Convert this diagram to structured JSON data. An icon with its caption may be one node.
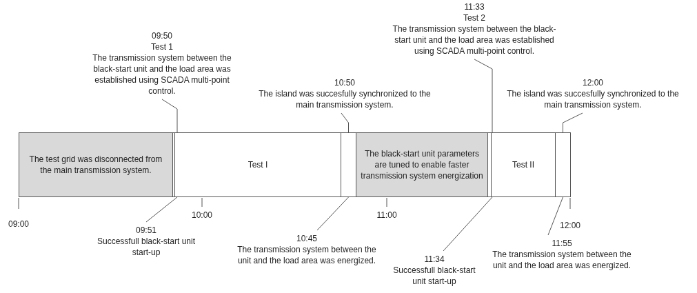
{
  "diagram": {
    "nodes": [
      {
        "text": [
          "The test grid was disconnected from the main transmission system."
        ]
      },
      {
        "text": [],
        "shape": "bar"
      },
      {
        "text": [
          "Test I"
        ]
      },
      {
        "text": [],
        "shape": "bar"
      },
      {
        "text": [
          "The black-start unit parameters are tuned to enable faster transmission system energization"
        ]
      },
      {
        "text": [],
        "shape": "bar"
      },
      {
        "text": [
          "Test II"
        ]
      },
      {
        "text": [],
        "shape": "bar"
      },
      {
        "text": [
          "09:50",
          "Test 1",
          "The transmission system between the black-start unit and the load area was established using SCADA multi-point control."
        ]
      },
      {
        "text": [
          "09:51",
          "Successfull black-start unit start-up"
        ]
      },
      {
        "text": [
          "10:45",
          "The transmission system between the unit and the load area was energized."
        ]
      },
      {
        "text": [
          "10:50",
          "The island was succesfully synchronized to the main transmission system."
        ]
      },
      {
        "text": [
          "11:33",
          "Test 2",
          "The transmission system between the black-start unit and the load area was established using SCADA multi-point control."
        ]
      },
      {
        "text": [
          "11:34",
          "Successfull black-start unit start-up"
        ]
      },
      {
        "text": [
          "11:55",
          "The transmission system between the unit and the load area was energized."
        ]
      },
      {
        "text": [
          "12:00",
          "The island was succesfully synchronized to the main transmission system."
        ]
      }
    ],
    "edges": [
      {
        "from": 8,
        "to": 1,
        "arrow": "none"
      },
      {
        "from": 9,
        "to": 1,
        "arrow": "none"
      },
      {
        "from": 10,
        "to": 3,
        "arrow": "none"
      },
      {
        "from": 11,
        "to": 3,
        "arrow": "none"
      },
      {
        "from": 12,
        "to": 5,
        "arrow": "none"
      },
      {
        "from": 13,
        "to": 5,
        "arrow": "none"
      },
      {
        "from": 14,
        "to": 7,
        "arrow": "none"
      },
      {
        "from": 15,
        "to": 7,
        "arrow": "none"
      }
    ],
    "labels": [
      "09:00",
      "10:00",
      "11:00",
      "12:00"
    ]
  }
}
